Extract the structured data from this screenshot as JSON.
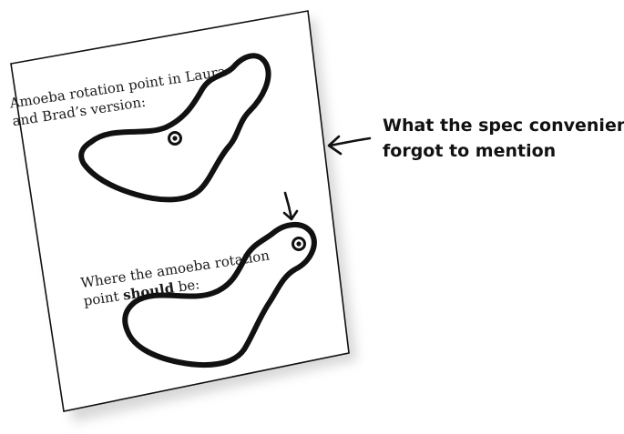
{
  "paper": {
    "top_caption_line1": "Amoeba rotation point in Laura",
    "top_caption_line2": "and Brad’s version:",
    "bottom_caption_line1": "Where the amoeba rotation",
    "bottom_caption_line2_prefix": "point ",
    "bottom_caption_line2_bold": "should",
    "bottom_caption_line2_suffix": " be:"
  },
  "callout": {
    "line1": "What the spec conveniently",
    "line2": "forgot to mention"
  },
  "colors": {
    "ink": "#111111",
    "paper": "#ffffff",
    "shadow": "#c8c8c8"
  }
}
